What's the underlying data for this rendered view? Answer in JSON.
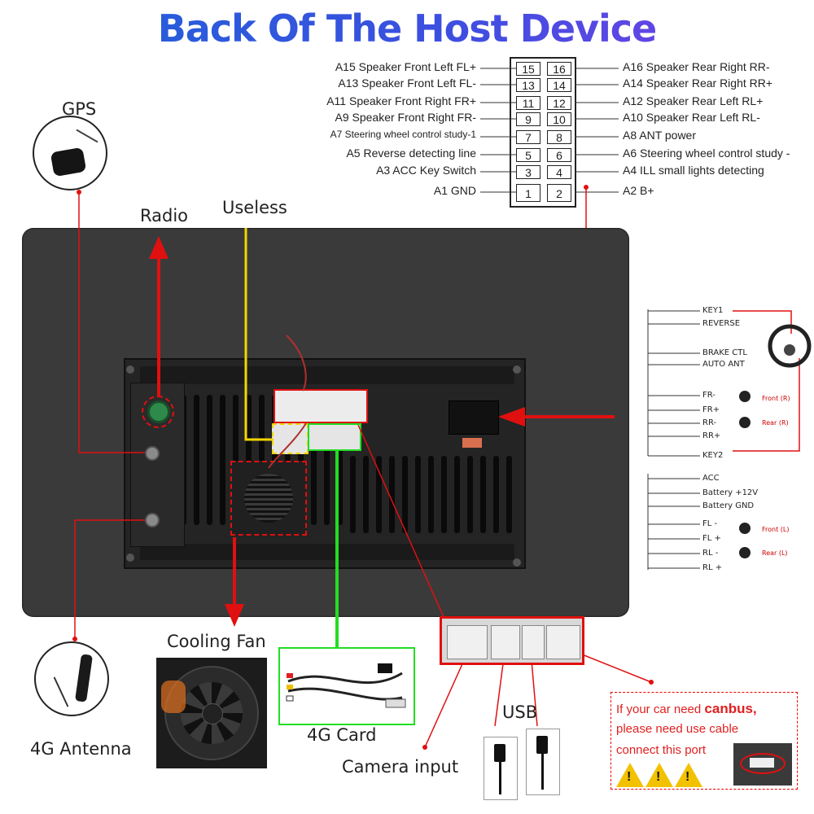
{
  "title": "Back Of The Host Device",
  "harness_pins": {
    "left": [
      {
        "code": "A15",
        "desc": "Speaker Front Left FL+"
      },
      {
        "code": "A13",
        "desc": "Speaker Front Left FL-"
      },
      {
        "code": "A11",
        "desc": "Speaker Front Right FR+"
      },
      {
        "code": "A9",
        "desc": "Speaker Front Right FR-"
      },
      {
        "code": "A7",
        "desc": "Steering wheel control study-1"
      },
      {
        "code": "A5",
        "desc": "Reverse detecting line"
      },
      {
        "code": "A3",
        "desc": "ACC Key Switch"
      },
      {
        "code": "A1",
        "desc": "GND"
      }
    ],
    "right": [
      {
        "code": "A16",
        "desc": "Speaker Rear Right RR-"
      },
      {
        "code": "A14",
        "desc": "Speaker Rear Right RR+"
      },
      {
        "code": "A12",
        "desc": "Speaker Rear Left RL+"
      },
      {
        "code": "A10",
        "desc": "Speaker Rear Left RL-"
      },
      {
        "code": "A8",
        "desc": "ANT power"
      },
      {
        "code": "A6",
        "desc": "Steering wheel control study -"
      },
      {
        "code": "A4",
        "desc": "ILL small lights detecting"
      },
      {
        "code": "A2",
        "desc": "B+"
      }
    ],
    "numbers_left": [
      "15",
      "13",
      "11",
      "9",
      "7",
      "5",
      "3",
      "1"
    ],
    "numbers_right": [
      "16",
      "14",
      "12",
      "10",
      "8",
      "6",
      "4",
      "2"
    ]
  },
  "labels": {
    "gps": "GPS",
    "radio": "Radio",
    "useless": "Useless",
    "cooling_fan": "Cooling Fan",
    "antenna_4g": "4G Antenna",
    "card_4g": "4G Card",
    "camera_input": "Camera input",
    "usb": "USB"
  },
  "wiring": {
    "top": [
      "KEY1",
      "REVERSE",
      "BRAKE CTL",
      "AUTO ANT",
      "FR-",
      "FR+",
      "RR-",
      "RR+",
      "KEY2"
    ],
    "bottom": [
      "ACC",
      "Battery +12V",
      "Battery GND",
      "FL -",
      "FL +",
      "RL -",
      "RL +"
    ],
    "speakers": [
      "Front (R)",
      "Rear (R)",
      "Front (L)",
      "Rear (L)"
    ]
  },
  "canbus_note": {
    "line1_prefix": "If your car need ",
    "line1_bold": "canbus,",
    "line2": "please need use cable",
    "line3": "connect this port"
  },
  "colors": {
    "accent_red": "#e01010",
    "useless_yellow": "#f2d600",
    "card_green": "#22dd22",
    "title_blue": "#1d63d8",
    "title_purple": "#7a3fe6"
  }
}
